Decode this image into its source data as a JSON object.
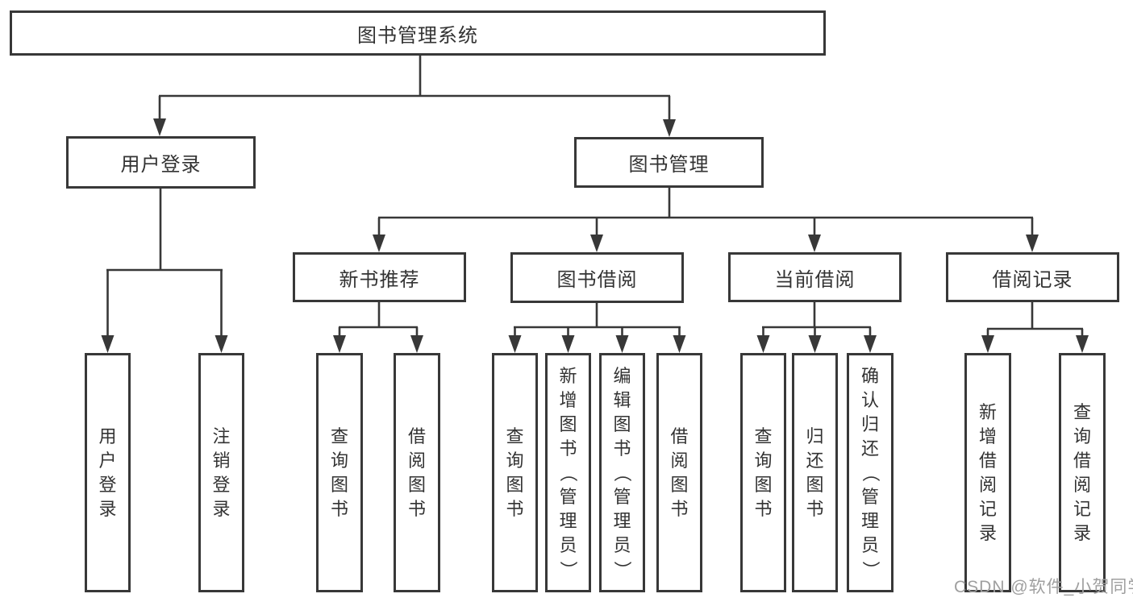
{
  "tree": {
    "label": "图书管理系统",
    "children": [
      {
        "label": "用户登录",
        "children": [
          {
            "label": "用户登录"
          },
          {
            "label": "注销登录"
          }
        ]
      },
      {
        "label": "图书管理",
        "children": [
          {
            "label": "新书推荐",
            "children": [
              {
                "label": "查询图书"
              },
              {
                "label": "借阅图书"
              }
            ]
          },
          {
            "label": "图书借阅",
            "children": [
              {
                "label": "查询图书"
              },
              {
                "label": "新增图书（管理员）"
              },
              {
                "label": "编辑图书（管理员）"
              },
              {
                "label": "借阅图书"
              }
            ]
          },
          {
            "label": "当前借阅",
            "children": [
              {
                "label": "查询图书"
              },
              {
                "label": "归还图书"
              },
              {
                "label": "确认归还（管理员）"
              }
            ]
          },
          {
            "label": "借阅记录",
            "children": [
              {
                "label": "新增借阅记录"
              },
              {
                "label": "查询借阅记录"
              }
            ]
          }
        ]
      }
    ]
  },
  "watermark": {
    "text": "CSDN @软件_小贺同学"
  },
  "colors": {
    "line": "#383838",
    "box_border": "#383838",
    "text": "#333333",
    "watermark": "#9f9f9f",
    "background": "#ffffff"
  }
}
